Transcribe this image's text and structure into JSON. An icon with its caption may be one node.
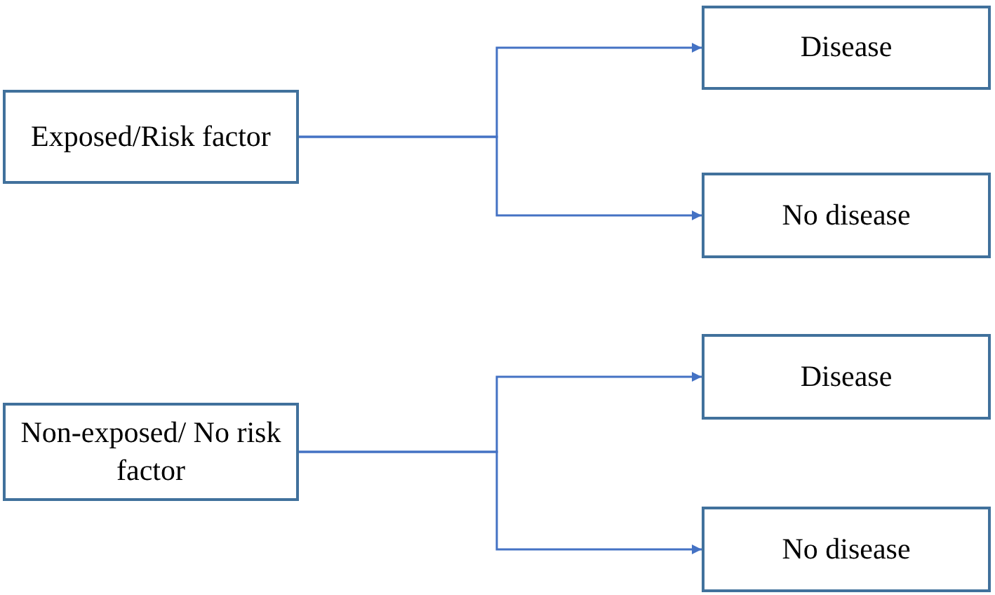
{
  "diagram": {
    "nodes": [
      {
        "text": [
          "Exposed/Risk factor"
        ]
      },
      {
        "text": [
          "Disease"
        ]
      },
      {
        "text": [
          "No disease"
        ]
      },
      {
        "text": [
          "Non-exposed/ No risk factor"
        ]
      },
      {
        "text": [
          "Disease"
        ]
      },
      {
        "text": [
          "No disease"
        ]
      }
    ],
    "edges": [
      {
        "from": 0,
        "to": 1,
        "arrow": "to"
      },
      {
        "from": 0,
        "to": 2,
        "arrow": "to"
      },
      {
        "from": 3,
        "to": 4,
        "arrow": "to"
      },
      {
        "from": 3,
        "to": 5,
        "arrow": "to"
      }
    ]
  }
}
